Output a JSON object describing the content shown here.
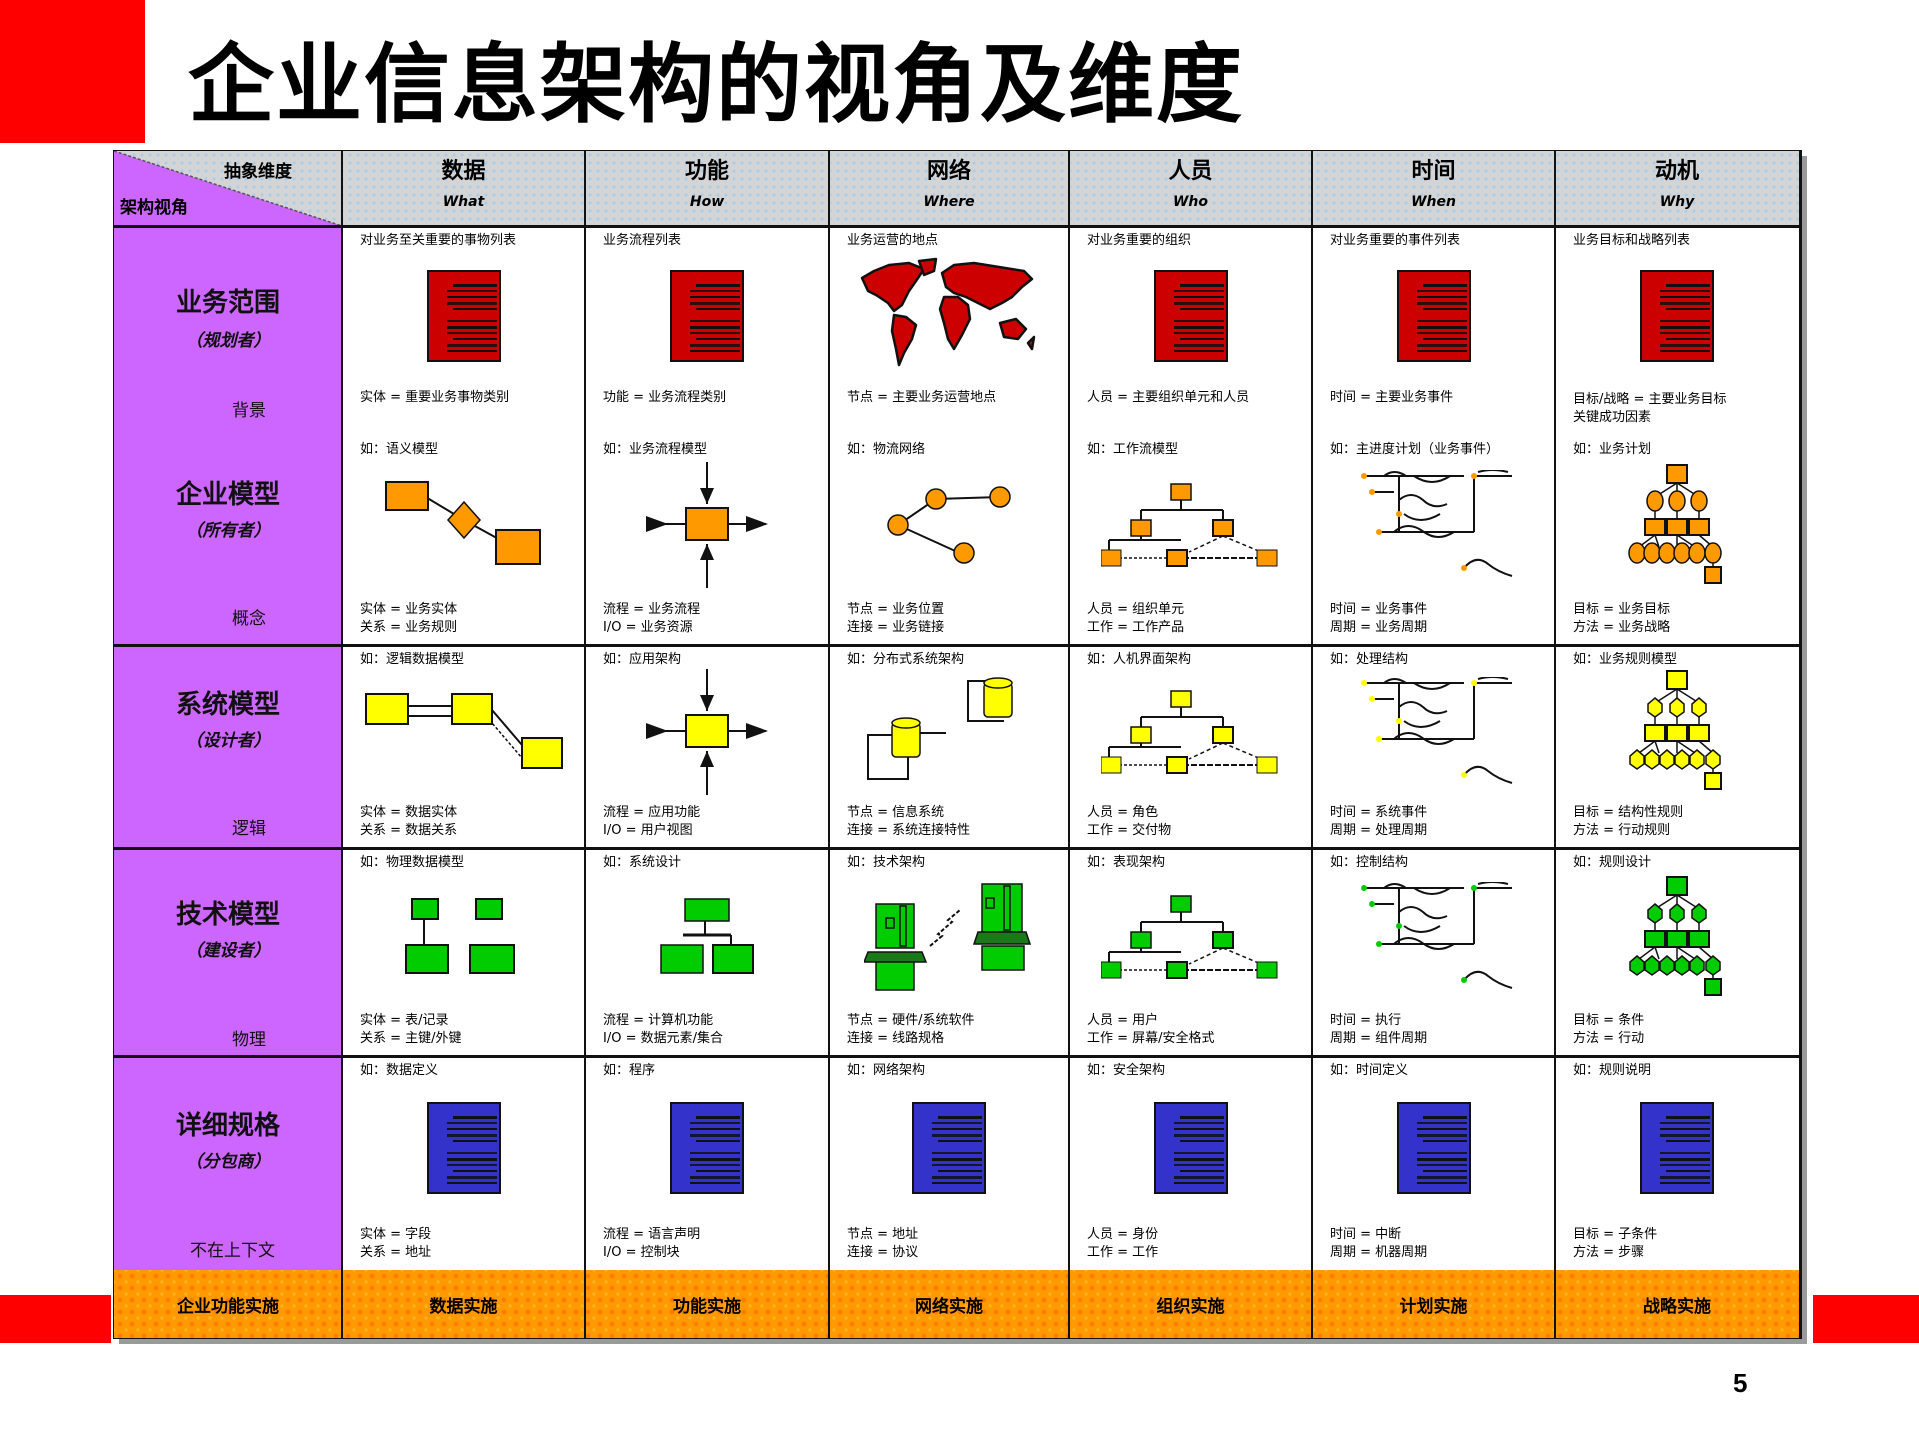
{
  "slide": {
    "title": "企业信息架构的视角及维度",
    "page_number": "5",
    "accent_red": "#FF0000"
  },
  "colors": {
    "perspective_column": "#CC66FF",
    "header_bg": "#D4D4D4",
    "implementation_bar": "#FF9900",
    "scope_icon": "#CC0000",
    "enterprise_icon": "#FF9900",
    "system_icon": "#FFFF00",
    "technology_icon": "#00CC00",
    "detail_icon": "#3333CC"
  },
  "table": {
    "corner": {
      "top_right": "抽象维度",
      "bottom_left": "架构视角"
    },
    "columns": [
      {
        "label": "数据",
        "sub": "What"
      },
      {
        "label": "功能",
        "sub": "How"
      },
      {
        "label": "网络",
        "sub": "Where"
      },
      {
        "label": "人员",
        "sub": "Who"
      },
      {
        "label": "时间",
        "sub": "When"
      },
      {
        "label": "动机",
        "sub": "Why"
      }
    ],
    "rows": [
      {
        "title": "业务范围",
        "role": "（规划者）",
        "aspect": "背景",
        "cells": [
          {
            "top": "对业务至关重要的事物列表",
            "icon": "red-document-icon",
            "b1": "实体 = 重要业务事物类别",
            "b2": ""
          },
          {
            "top": "业务流程列表",
            "icon": "red-document-icon",
            "b1": "功能 = 业务流程类别",
            "b2": ""
          },
          {
            "top": "业务运营的地点",
            "icon": "world-map-icon",
            "b1": "节点 = 主要业务运营地点",
            "b2": ""
          },
          {
            "top": "对业务重要的组织",
            "icon": "red-document-icon",
            "b1": "人员 = 主要组织单元和人员",
            "b2": ""
          },
          {
            "top": "对业务重要的事件列表",
            "icon": "red-document-icon",
            "b1": "时间 = 主要业务事件",
            "b2": ""
          },
          {
            "top": "业务目标和战略列表",
            "icon": "red-document-icon",
            "b1": "目标/战略 = 主要业务目标",
            "b2": "关键成功因素"
          }
        ]
      },
      {
        "title": "企业模型",
        "role": "（所有者）",
        "aspect": "概念",
        "cells": [
          {
            "top": "如：语义模型",
            "icon": "entity-relationship-icon",
            "b1": "实体 = 业务实体",
            "b2": "关系 = 业务规则"
          },
          {
            "top": "如：业务流程模型",
            "icon": "process-flow-icon",
            "b1": "流程 = 业务流程",
            "b2": "I/O = 业务资源"
          },
          {
            "top": "如：物流网络",
            "icon": "node-network-icon",
            "b1": "节点 = 业务位置",
            "b2": "连接 = 业务链接"
          },
          {
            "top": "如：工作流模型",
            "icon": "org-chart-icon",
            "b1": "人员 = 组织单元",
            "b2": "工作 = 工作产品"
          },
          {
            "top": "如：主进度计划（业务事件）",
            "icon": "schedule-icon",
            "b1": "时间 = 业务事件",
            "b2": "周期 = 业务周期"
          },
          {
            "top": "如：业务计划",
            "icon": "goal-tree-icon",
            "b1": "目标 = 业务目标",
            "b2": "方法 = 业务战略"
          }
        ]
      },
      {
        "title": "系统模型",
        "role": "（设计者）",
        "aspect": "逻辑",
        "cells": [
          {
            "top": "如：逻辑数据模型",
            "icon": "entity-relationship-icon",
            "b1": "实体 = 数据实体",
            "b2": "关系 = 数据关系"
          },
          {
            "top": "如：应用架构",
            "icon": "process-flow-icon",
            "b1": "流程 = 应用功能",
            "b2": "I/O = 用户视图"
          },
          {
            "top": "如：分布式系统架构",
            "icon": "distributed-system-icon",
            "b1": "节点 = 信息系统",
            "b2": "连接 = 系统连接特性"
          },
          {
            "top": "如：人机界面架构",
            "icon": "org-chart-icon",
            "b1": "人员 = 角色",
            "b2": "工作 = 交付物"
          },
          {
            "top": "如：处理结构",
            "icon": "schedule-icon",
            "b1": "时间 = 系统事件",
            "b2": "周期 = 处理周期"
          },
          {
            "top": "如：业务规则模型",
            "icon": "goal-tree-icon",
            "b1": "目标 = 结构性规则",
            "b2": "方法 = 行动规则"
          }
        ]
      },
      {
        "title": "技术模型",
        "role": "（建设者）",
        "aspect": "物理",
        "cells": [
          {
            "top": "如：物理数据模型",
            "icon": "data-tables-icon",
            "b1": "实体 = 表/记录",
            "b2": "关系 = 主键/外键"
          },
          {
            "top": "如：系统设计",
            "icon": "system-design-icon",
            "b1": "流程 = 计算机功能",
            "b2": "I/O = 数据元素/集合"
          },
          {
            "top": "如：技术架构",
            "icon": "hardware-icon",
            "b1": "节点 = 硬件/系统软件",
            "b2": "连接 = 线路规格"
          },
          {
            "top": "如：表现架构",
            "icon": "org-chart-icon",
            "b1": "人员 = 用户",
            "b2": "工作 = 屏幕/安全格式"
          },
          {
            "top": "如：控制结构",
            "icon": "schedule-icon",
            "b1": "时间 = 执行",
            "b2": "周期 = 组件周期"
          },
          {
            "top": "如：规则设计",
            "icon": "goal-tree-icon",
            "b1": "目标 = 条件",
            "b2": "方法 = 行动"
          }
        ]
      },
      {
        "title": "详细规格",
        "role": "（分包商）",
        "aspect": "不在上下文",
        "cells": [
          {
            "top": "如：数据定义",
            "icon": "blue-document-icon",
            "b1": "实体 = 字段",
            "b2": "关系 = 地址"
          },
          {
            "top": "如：程序",
            "icon": "blue-document-icon",
            "b1": "流程 = 语言声明",
            "b2": "I/O = 控制块"
          },
          {
            "top": "如：网络架构",
            "icon": "blue-document-icon",
            "b1": "节点 = 地址",
            "b2": "连接 = 协议"
          },
          {
            "top": "如：安全架构",
            "icon": "blue-document-icon",
            "b1": "人员 = 身份",
            "b2": "工作 = 工作"
          },
          {
            "top": "如：时间定义",
            "icon": "blue-document-icon",
            "b1": "时间 = 中断",
            "b2": "周期 = 机器周期"
          },
          {
            "top": "如：规则说明",
            "icon": "blue-document-icon",
            "b1": "目标 = 子条件",
            "b2": "方法 = 步骤"
          }
        ]
      }
    ],
    "implementation": {
      "label": "企业功能实施",
      "cells": [
        "数据实施",
        "功能实施",
        "网络实施",
        "组织实施",
        "计划实施",
        "战略实施"
      ]
    }
  }
}
